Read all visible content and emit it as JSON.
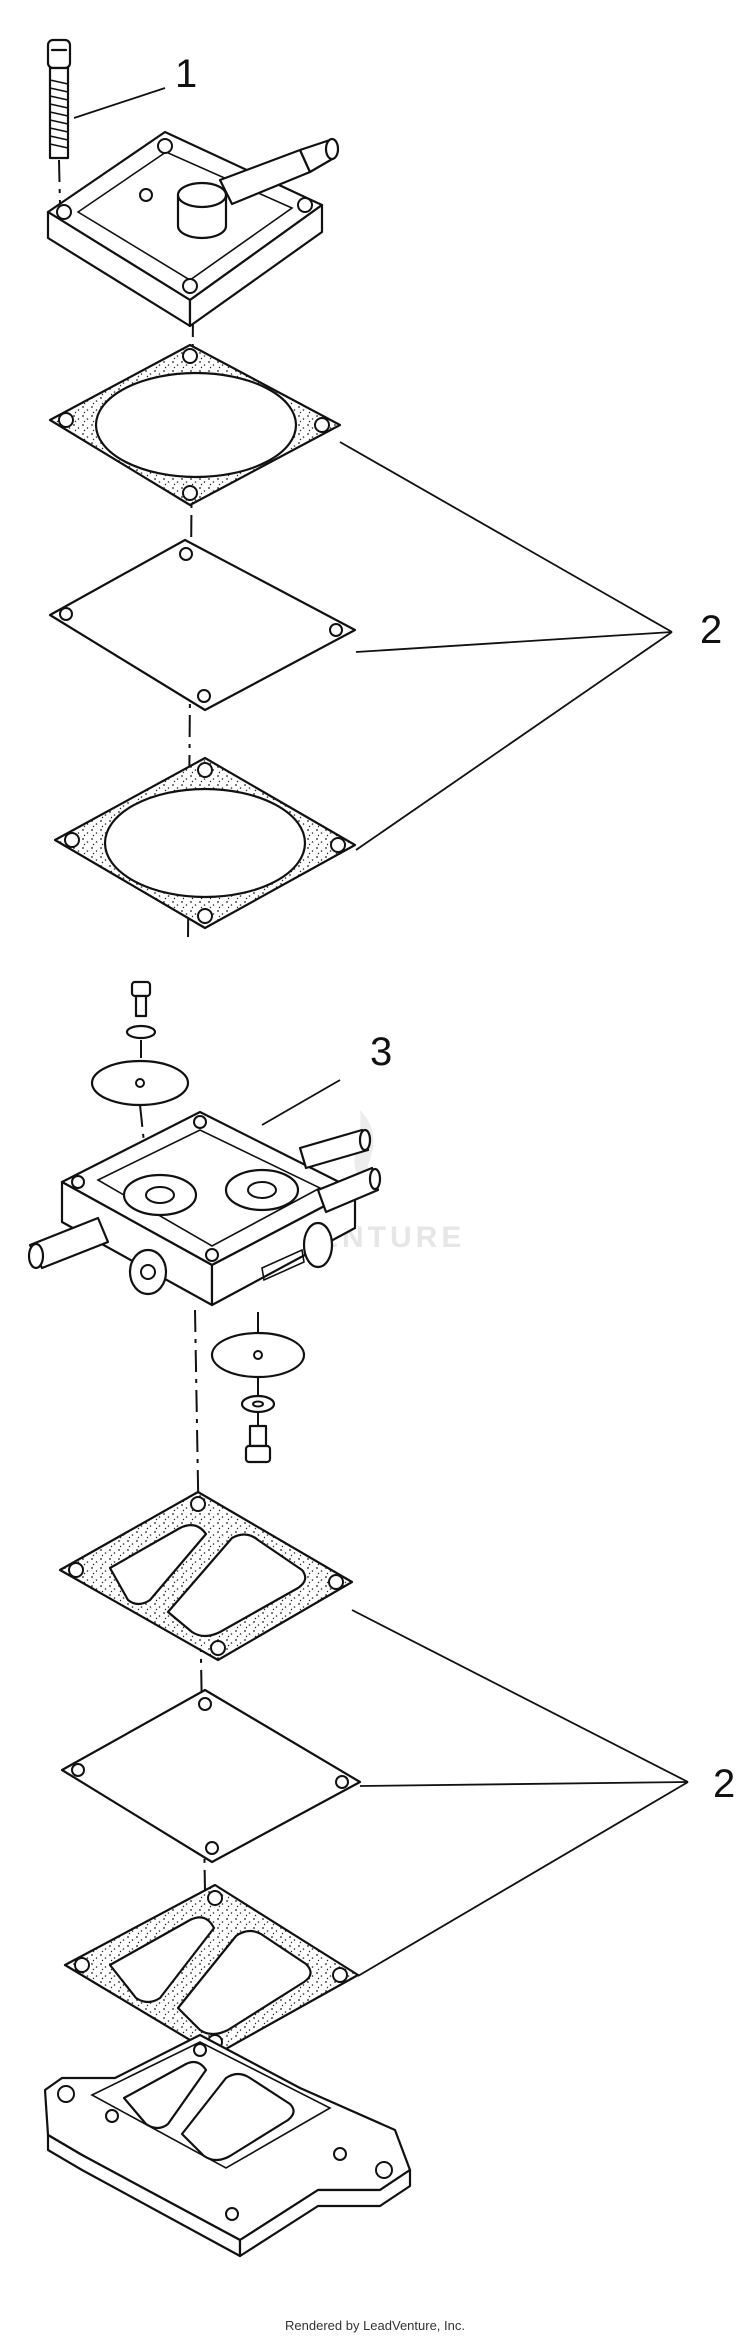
{
  "callouts": {
    "c1": "1",
    "c2a": "2",
    "c3": "3",
    "c2b": "2"
  },
  "watermark": "ENTURE",
  "footer": "Rendered by LeadVenture, Inc.",
  "colors": {
    "line": "#111111",
    "background": "#ffffff",
    "watermark": "#e6e6e6"
  }
}
